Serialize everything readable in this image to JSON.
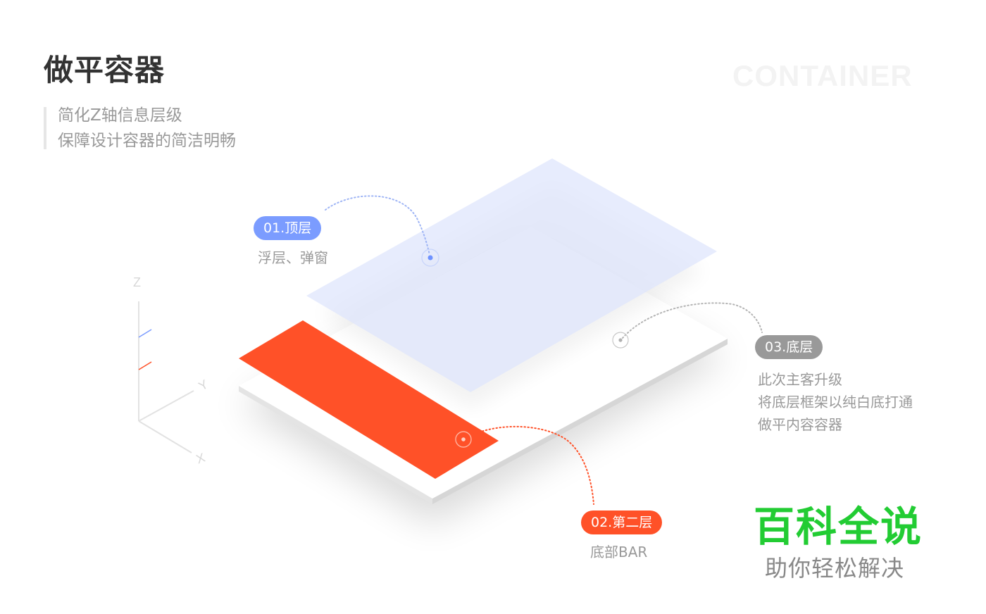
{
  "header": {
    "title": "做平容器",
    "background_word": "CONTAINER",
    "subtitle_lines": [
      "简化Z轴信息层级",
      "保障设计容器的简洁明畅"
    ]
  },
  "axes": {
    "z_label": "Z",
    "y_label": "Y",
    "x_label": "X",
    "markers": [
      {
        "name": "top-layer-marker",
        "color": "#7b9cff"
      },
      {
        "name": "second-layer-marker",
        "color": "#ff5128"
      }
    ]
  },
  "layers": [
    {
      "id": "top",
      "badge": "01.顶层",
      "caption_lines": [
        "浮层、弹窗"
      ],
      "color": "#7b9cff",
      "fill": "#e6ecfd"
    },
    {
      "id": "second",
      "badge": "02.第二层",
      "caption_lines": [
        "底部BAR"
      ],
      "color": "#ff5128",
      "fill": "#ff5128"
    },
    {
      "id": "base",
      "badge": "03.底层",
      "caption_lines": [
        "此次主客升级",
        "将底层框架以纯白底打通",
        "做平内容容器"
      ],
      "color": "#999999",
      "fill": "#ffffff"
    }
  ],
  "watermark": {
    "main": "百科全说",
    "sub": "助你轻松解决",
    "main_color": "#22cc33",
    "sub_color": "#888888"
  }
}
